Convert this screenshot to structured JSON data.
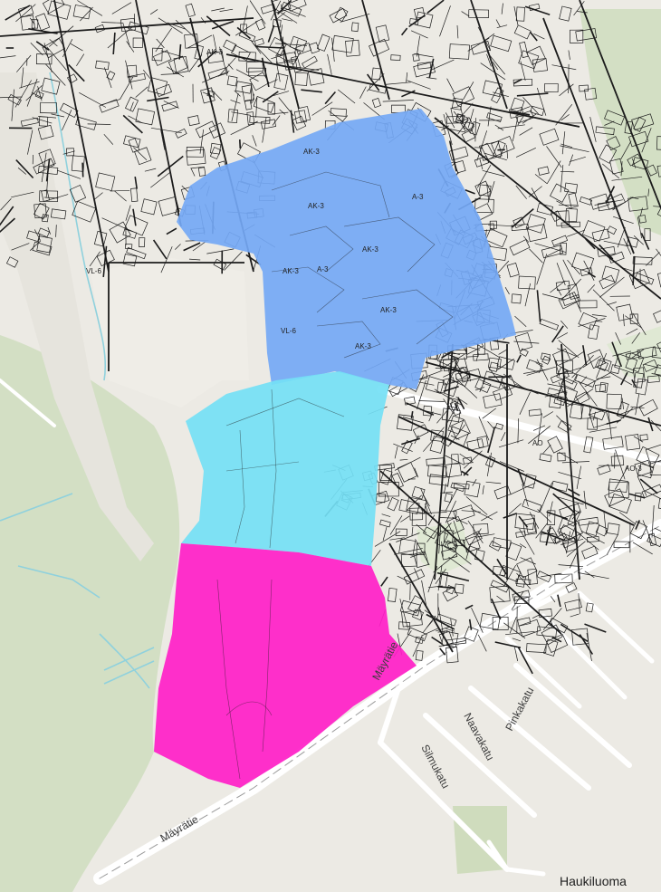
{
  "map": {
    "colors": {
      "background": "#eceae4",
      "green_area": "#d3dfc4",
      "park_light": "#dfe8d3",
      "road": "#ffffff",
      "water": "#8fd1dd",
      "plan_lines": "#1b1b1b",
      "zone_blue": "#74a8f5",
      "zone_cyan": "#74dff5",
      "zone_magenta": "#ff1ec8"
    },
    "streets": {
      "mayratie": "Mäyrätie",
      "mayratie_upper": "Mäyrätie",
      "pinkakatu": "Pinkakatu",
      "naavakatu": "Naavakatu",
      "silmukatu": "Silmukatu"
    },
    "places": {
      "haukiluoma": "Haukiluoma"
    },
    "zone_codes": {
      "vl6_left": "VL-6",
      "vl6_center": "VL-6",
      "ak3_a": "AK-3",
      "ak3_b": "AK-3",
      "ak3_c": "AK-3",
      "ak3_d": "AK-3",
      "ak3_e": "AK-3",
      "ak3_f": "AK-3",
      "ak3_g": "AK-3",
      "a3_a": "A-3",
      "a3_b": "A-3",
      "ao_a": "AO-3",
      "ao_b": "AO"
    },
    "icons": {
      "plan_overlay": "zoning-plan-lines",
      "road_network": "road-lines"
    }
  }
}
